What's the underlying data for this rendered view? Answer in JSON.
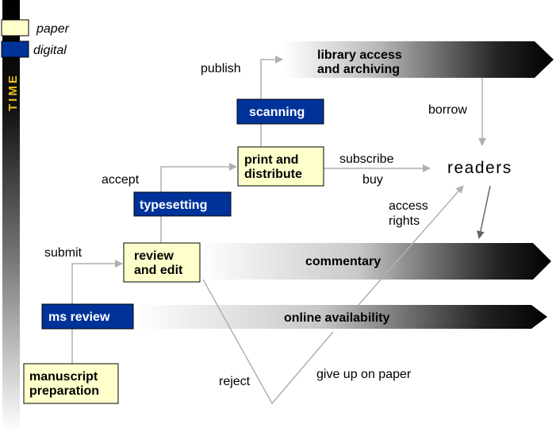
{
  "legend": {
    "paper": "paper",
    "digital": "digital",
    "time": "TIME",
    "paper_color": "#ffffcc",
    "digital_color": "#003399"
  },
  "bands": {
    "library": [
      "library access",
      "and archiving"
    ],
    "commentary": "commentary",
    "online": "online availability"
  },
  "boxes": {
    "scanning": "scanning",
    "print_distribute": [
      "print and",
      "distribute"
    ],
    "typesetting": "typesetting",
    "review_edit": [
      "review",
      "and edit"
    ],
    "ms_review": "ms review",
    "manuscript_preparation": [
      "manuscript",
      "preparation"
    ]
  },
  "labels": {
    "publish": "publish",
    "borrow": "borrow",
    "subscribe": "subscribe",
    "buy": "buy",
    "readers": "readers",
    "accept": "accept",
    "access_rights": [
      "access",
      "rights"
    ],
    "submit": "submit",
    "reject": "reject",
    "give_up": "give up on paper"
  }
}
